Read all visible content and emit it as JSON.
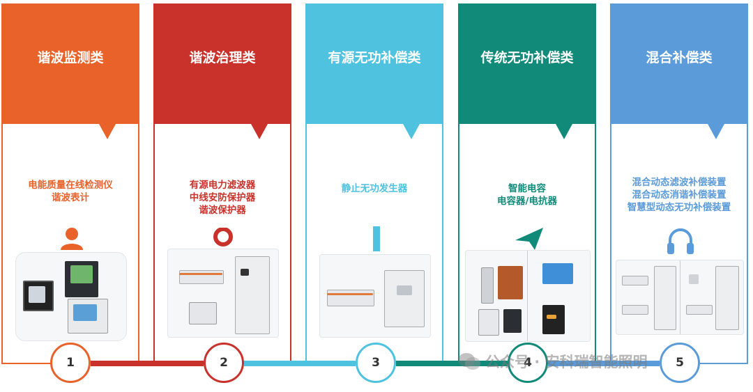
{
  "categories": [
    {
      "title": "谐波监测类",
      "color": "#e8622a",
      "descLines": [
        "电能质量在线检测仪",
        "谐波表计"
      ],
      "icon": "person-icon",
      "number": "1"
    },
    {
      "title": "谐波治理类",
      "color": "#c8322b",
      "descLines": [
        "有源电力滤波器",
        "中线安防保护器",
        "谐波保护器"
      ],
      "icon": "location-pin-icon",
      "number": "2"
    },
    {
      "title": "有源无功补偿类",
      "color": "#4ec2de",
      "descLines": [
        "静止无功发生器"
      ],
      "icon": "bar-icon",
      "number": "3"
    },
    {
      "title": "传统无功补偿类",
      "color": "#118a7a",
      "descLines": [
        "智能电容",
        "电容器/电抗器"
      ],
      "icon": "paper-plane-icon",
      "number": "4"
    },
    {
      "title": "混合补偿类",
      "color": "#5b9bd9",
      "descLines": [
        "混合动态滤波补偿装置",
        "混合动态消谐补偿装置",
        "智慧型动态无功补偿装置"
      ],
      "icon": "headphones-icon",
      "number": "5"
    }
  ],
  "watermark": "公众号 · 安科瑞智能照明"
}
